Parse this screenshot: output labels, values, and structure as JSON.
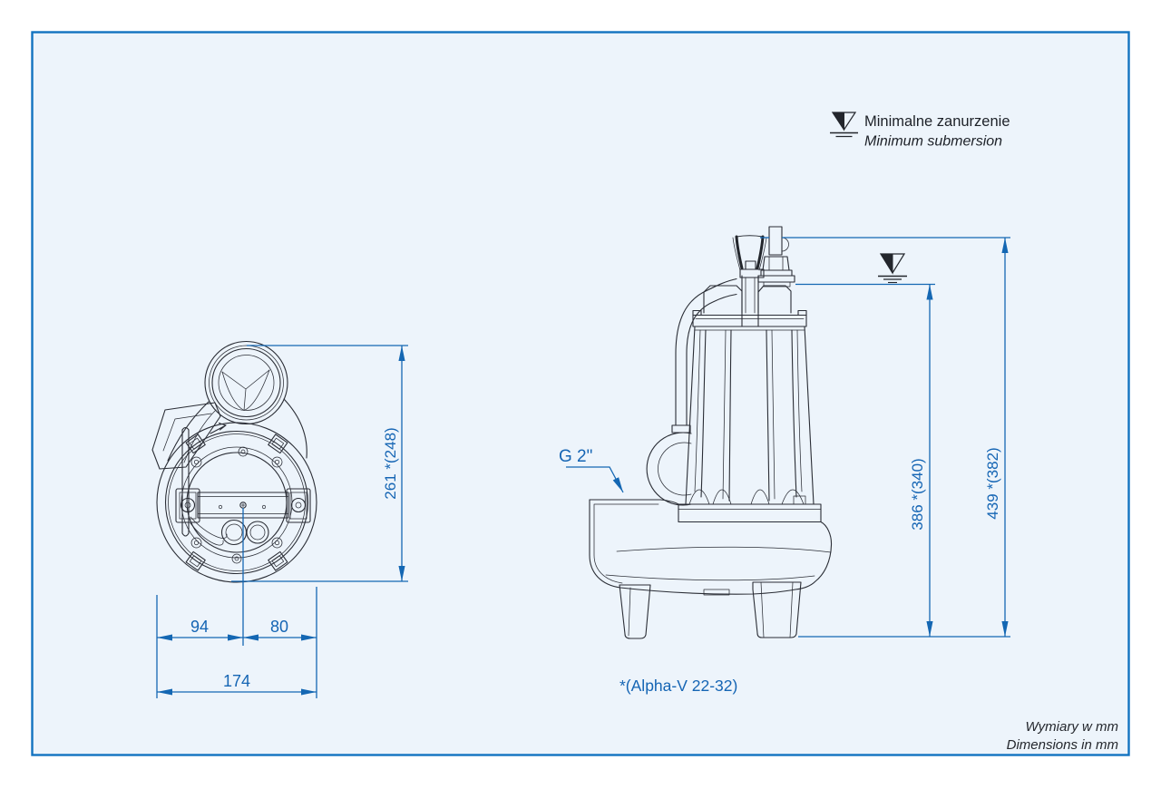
{
  "legend": {
    "pl": "Minimalne zanurzenie",
    "en": "Minimum submersion"
  },
  "footer": {
    "pl": "Wymiary w mm",
    "en": "Dimensions in mm"
  },
  "views": {
    "front": {
      "dims": {
        "height": "261 *(248)",
        "width_left": "94",
        "width_right": "80",
        "width_total": "174"
      }
    },
    "side": {
      "dims": {
        "submersion": "386 *(340)",
        "height": "439 *(382)"
      },
      "labels": {
        "discharge": "G 2\"",
        "variant": "*(Alpha-V 22-32)"
      }
    }
  },
  "icons": {
    "water_level": "water-level-symbol"
  },
  "colors": {
    "dimension_blue": "#1565b4",
    "outline_dark": "#2a2d35",
    "frame_border": "#1273c0",
    "frame_fill": "#edf4fb"
  }
}
